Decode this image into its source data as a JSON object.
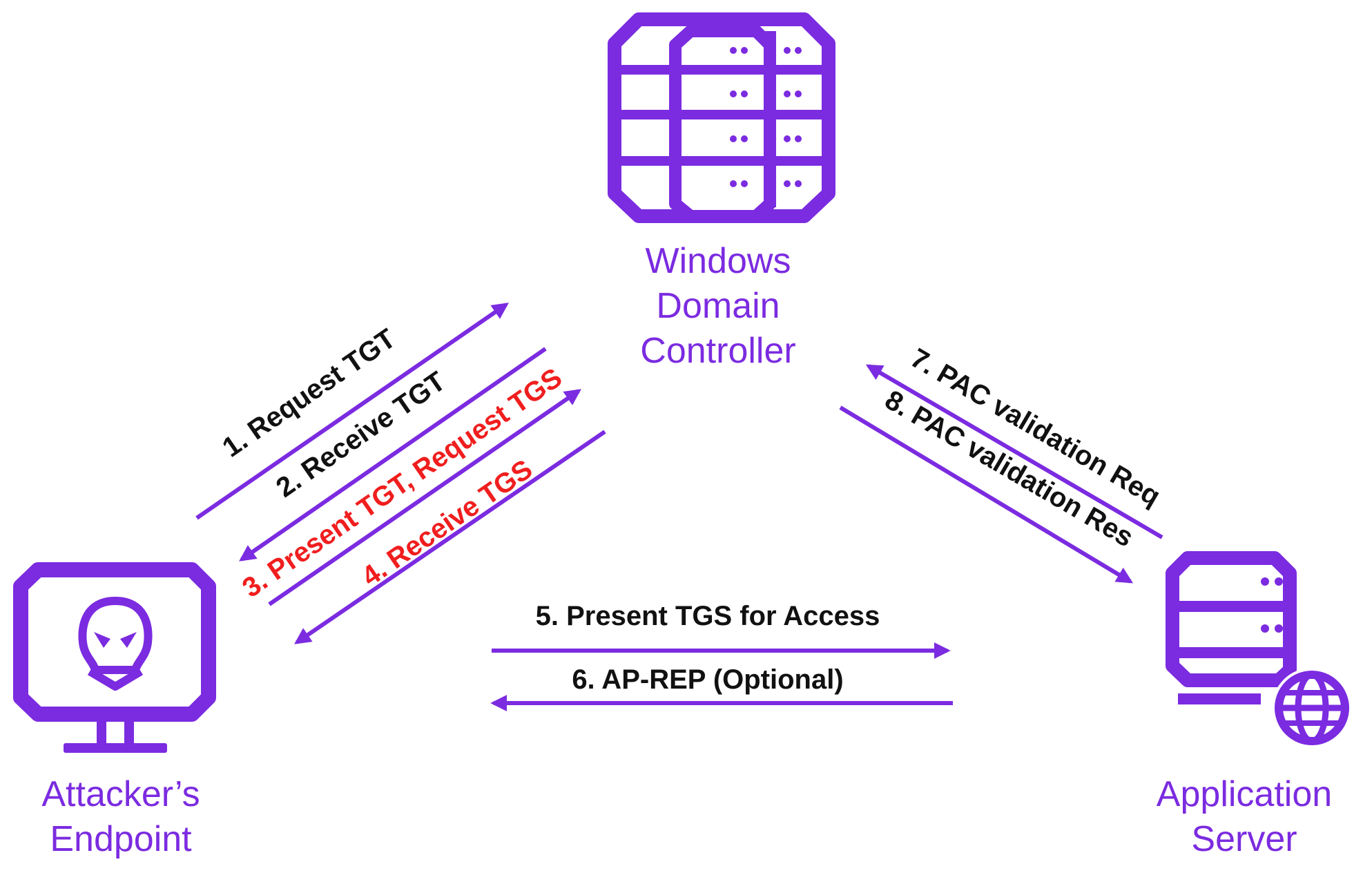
{
  "colors": {
    "purple": "#7b2be0",
    "black": "#111111",
    "red": "#f01e1e",
    "white": "#ffffff"
  },
  "nodes": {
    "domain_controller": {
      "icon": "server-rack-icon",
      "label_lines": [
        "Windows",
        "Domain",
        "Controller"
      ]
    },
    "attacker": {
      "icon": "skull-monitor-icon",
      "label_lines": [
        "Attacker’s",
        "Endpoint"
      ]
    },
    "app_server": {
      "icon": "web-server-icon",
      "label_lines": [
        "Application",
        "Server"
      ]
    }
  },
  "steps": [
    {
      "label": "1. Request TGT",
      "highlight": false
    },
    {
      "label": "2. Receive TGT",
      "highlight": false
    },
    {
      "label": "3. Present TGT, Request TGS",
      "highlight": true
    },
    {
      "label": "4. Receive TGS",
      "highlight": true
    },
    {
      "label": "5. Present TGS for Access",
      "highlight": false
    },
    {
      "label": "6. AP-REP (Optional)",
      "highlight": false
    },
    {
      "label": "7. PAC validation Req",
      "highlight": false
    },
    {
      "label": "8. PAC validation Res",
      "highlight": false
    }
  ]
}
